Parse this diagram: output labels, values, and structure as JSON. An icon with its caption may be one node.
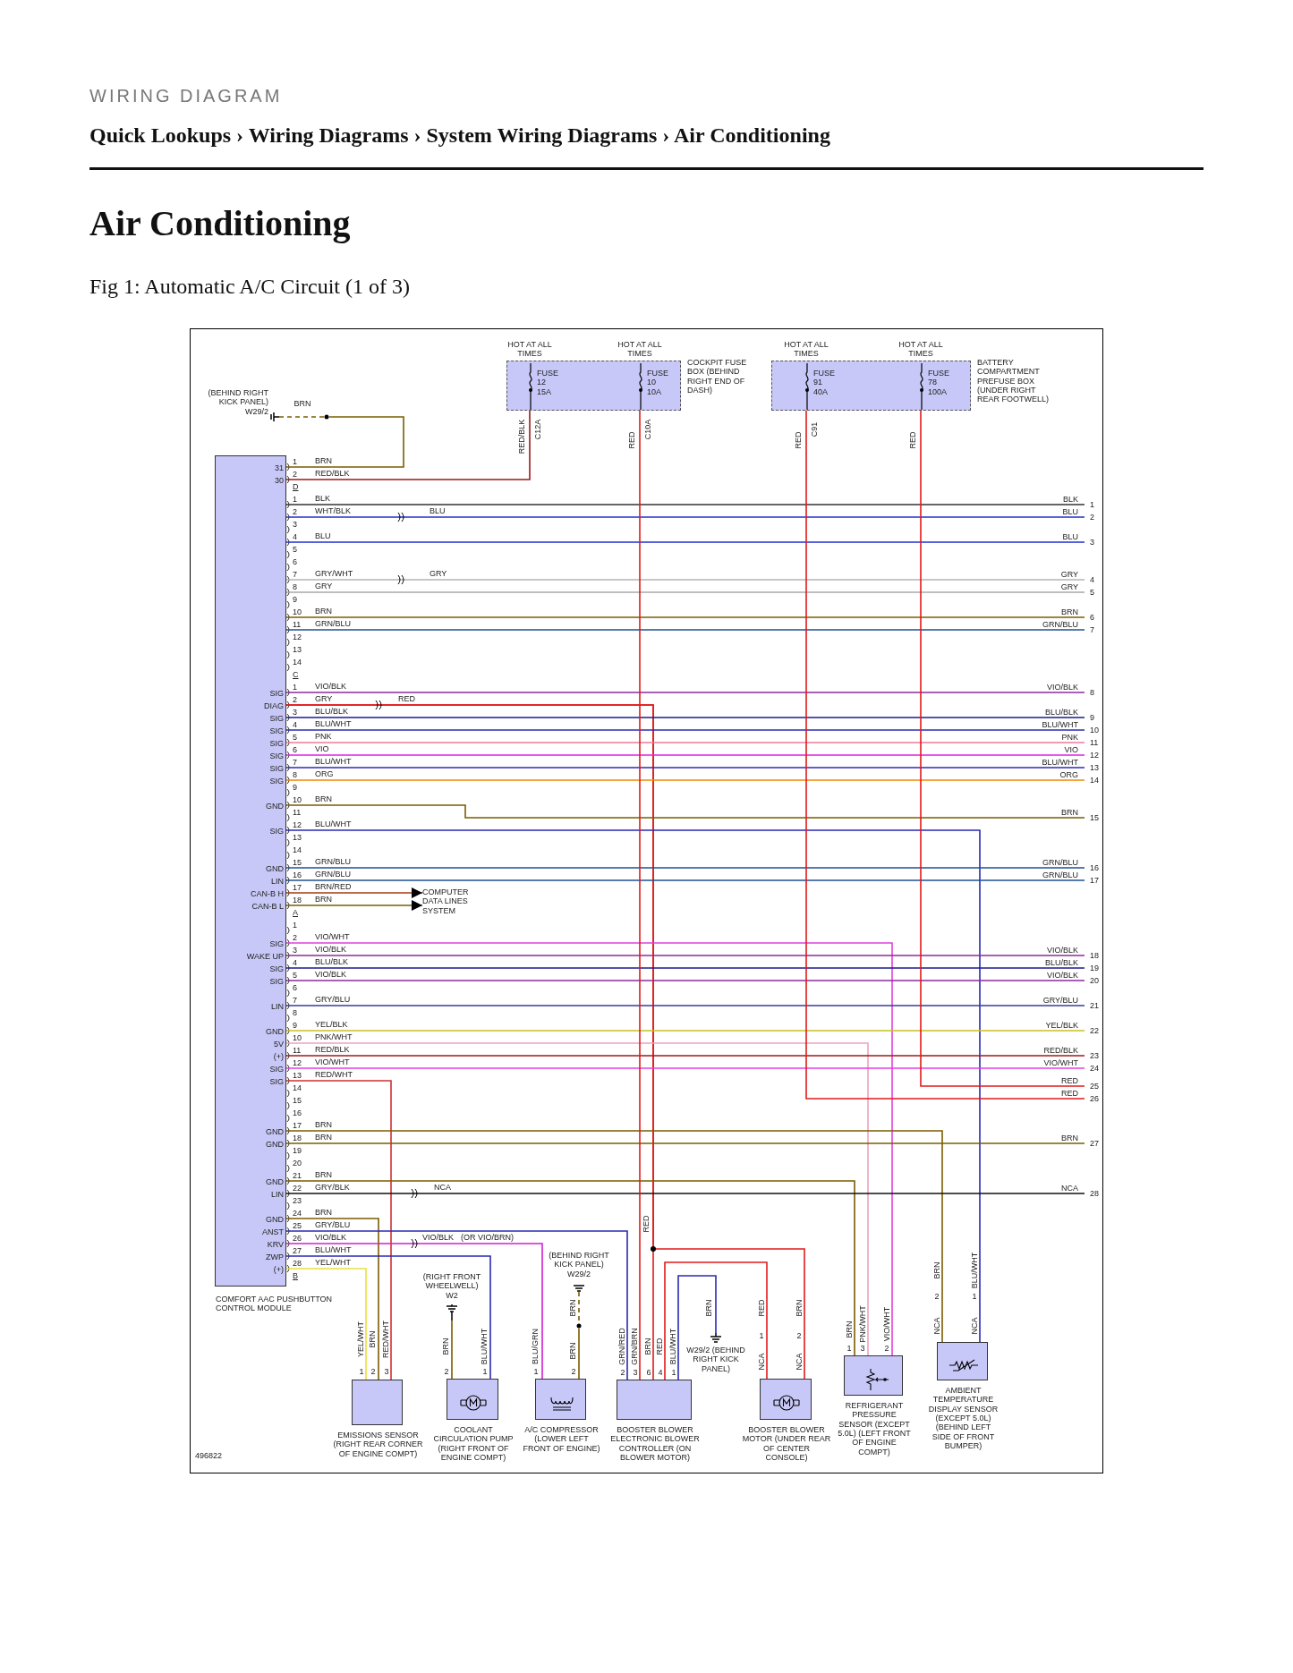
{
  "diagram": {
    "title": "Air Conditioning",
    "caption": "Fig 1: Automatic A/C Circuit (1 of 3)",
    "nodes": [
      {
        "text": [
          "COCKPIT FUSE BOX (BEHIND RIGHT END OF DASH)"
        ]
      },
      {
        "text": [
          "FUSE 12 15A"
        ],
        "in": 0,
        "beside": [
          "HOT AT ALL TIMES",
          "RED/BLK",
          "C12A"
        ]
      },
      {
        "text": [
          "FUSE 10 10A"
        ],
        "in": 0,
        "beside": [
          "HOT AT ALL TIMES",
          "C10A"
        ]
      },
      {
        "text": [
          "BATTERY COMPARTMENT PREFUSE BOX (UNDER RIGHT REAR FOOTWELL)"
        ]
      },
      {
        "text": [
          "FUSE 91 40A"
        ],
        "in": 3,
        "beside": [
          "HOT AT ALL TIMES",
          "C91"
        ]
      },
      {
        "text": [
          "FUSE 78 100A"
        ],
        "in": 3,
        "beside": [
          "HOT AT ALL TIMES"
        ]
      },
      {
        "text": [
          "(BEHIND RIGHT KICK PANEL) W29/2",
          "BRN"
        ]
      },
      {
        "text": [
          "COMFORT AAC PUSHBUTTON CONTROL MODULE",
          "31",
          "30",
          "SIG",
          "DIAG",
          "SIG",
          "SIG",
          "SIG",
          "SIG",
          "SIG",
          "SIG",
          "GND",
          "SIG",
          "GND",
          "LIN",
          "CAN-B H",
          "CAN-B L",
          "SIG",
          "WAKE UP",
          "SIG",
          "SIG",
          "LIN",
          "GND",
          "5V",
          "(+)",
          "SIG",
          "SIG",
          "GND",
          "GND",
          "GND",
          "LIN",
          "GND",
          "ANST",
          "KRV",
          "ZWP",
          "(+)",
          "1",
          "2",
          "D",
          "1",
          "2",
          "3",
          "4",
          "5",
          "6",
          "7",
          "8",
          "9",
          "10",
          "11",
          "12",
          "13",
          "14",
          "C",
          "1",
          "2",
          "3",
          "4",
          "5",
          "6",
          "7",
          "8",
          "9",
          "10",
          "11",
          "12",
          "13",
          "14",
          "15",
          "16",
          "17",
          "18",
          "A",
          "1",
          "2",
          "3",
          "4",
          "5",
          "6",
          "7",
          "8",
          "9",
          "10",
          "11",
          "12",
          "13",
          "14",
          "15",
          "16",
          "17",
          "18",
          "19",
          "20",
          "21",
          "22",
          "23",
          "24",
          "25",
          "26",
          "27",
          "28",
          "B"
        ]
      },
      {
        "text": [
          "COMPUTER DATA LINES SYSTEM"
        ]
      },
      {
        "text": [
          "EMISSIONS SENSOR (RIGHT REAR CORNER OF ENGINE COMPT)"
        ],
        "beside": [
          "YEL/WHT",
          "1",
          "BRN",
          "2",
          "RED/WHT",
          "3"
        ]
      },
      {
        "text": [
          "COOLANT CIRCULATION PUMP (RIGHT FRONT OF ENGINE COMPT)"
        ],
        "beside": [
          "BRN",
          "2",
          "BLU/WHT",
          "1"
        ]
      },
      {
        "text": [
          "(RIGHT FRONT WHEELWELL) W2"
        ]
      },
      {
        "text": [
          "A/C COMPRESSOR (LOWER LEFT FRONT OF ENGINE)"
        ],
        "beside": [
          "BLU/GRN",
          "1",
          "BRN",
          "2"
        ]
      },
      {
        "text": [
          "(BEHIND RIGHT KICK PANEL) W29/2",
          "BRN"
        ]
      },
      {
        "text": [
          "BOOSTER BLOWER ELECTRONIC BLOWER CONTROLLER (ON BLOWER MOTOR)"
        ],
        "beside": [
          "GRN/RED",
          "2",
          "GRN/BRN",
          "3",
          "BRN",
          "6",
          "RED",
          "4",
          "BLU/WHT",
          "1"
        ]
      },
      {
        "text": [
          "W29/2 (BEHIND RIGHT KICK PANEL)"
        ]
      },
      {
        "text": [
          "BOOSTER BLOWER MOTOR (UNDER REAR OF CENTER CONSOLE)"
        ],
        "beside": [
          "RED",
          "1",
          "NCA",
          "BRN",
          "2",
          "NCA"
        ]
      },
      {
        "text": [
          "REFRIGERANT PRESSURE SENSOR (EXCEPT 5.0L) (LEFT FRONT OF ENGINE COMPT)"
        ],
        "beside": [
          "BRN",
          "1",
          "PNK/WHT",
          "3",
          "VIO/WHT",
          "2"
        ]
      },
      {
        "text": [
          "AMBIENT TEMPERATURE DISPLAY SENSOR (EXCEPT 5.0L) (BEHIND LEFT SIDE OF FRONT BUMPER)"
        ],
        "beside": [
          "BRN",
          "2",
          "NCA",
          "BLU/WHT",
          "1",
          "NCA"
        ]
      },
      {
        "text": [
          "BLK",
          "1"
        ]
      },
      {
        "text": [
          "BLU",
          "2"
        ]
      },
      {
        "text": [
          "BLU",
          "3"
        ]
      },
      {
        "text": [
          "GRY",
          "4"
        ]
      },
      {
        "text": [
          "GRY",
          "5"
        ]
      },
      {
        "text": [
          "BRN",
          "6"
        ]
      },
      {
        "text": [
          "GRN/BLU",
          "7"
        ]
      },
      {
        "text": [
          "VIO/BLK",
          "8"
        ]
      },
      {
        "text": [
          "BLU/BLK",
          "9"
        ]
      },
      {
        "text": [
          "BLU/WHT",
          "10"
        ]
      },
      {
        "text": [
          "PNK",
          "11"
        ]
      },
      {
        "text": [
          "VIO",
          "12"
        ]
      },
      {
        "text": [
          "BLU/WHT",
          "13"
        ]
      },
      {
        "text": [
          "ORG",
          "14"
        ]
      },
      {
        "text": [
          "BRN",
          "15"
        ]
      },
      {
        "text": [
          "GRN/BLU",
          "16"
        ]
      },
      {
        "text": [
          "GRN/BLU",
          "17"
        ]
      },
      {
        "text": [
          "VIO/BLK",
          "18"
        ]
      },
      {
        "text": [
          "BLU/BLK",
          "19"
        ]
      },
      {
        "text": [
          "VIO/BLK",
          "20"
        ]
      },
      {
        "text": [
          "GRY/BLU",
          "21"
        ]
      },
      {
        "text": [
          "YEL/BLK",
          "22"
        ]
      },
      {
        "text": [
          "RED/BLK",
          "23"
        ]
      },
      {
        "text": [
          "VIO/WHT",
          "24"
        ]
      },
      {
        "text": [
          "RED",
          "25"
        ]
      },
      {
        "text": [
          "RED",
          "26"
        ]
      },
      {
        "text": [
          "BRN",
          "27"
        ]
      },
      {
        "text": [
          "NCA",
          "28"
        ]
      }
    ],
    "edges": [
      {
        "from": 7,
        "to": 6,
        "label": "BRN",
        "arrow": "none",
        "color": "#7a5c00"
      },
      {
        "from": 7,
        "to": 1,
        "label": "RED/BLK",
        "arrow": "none",
        "color": "#a01818"
      },
      {
        "from": 7,
        "to": 19,
        "label": "BLK",
        "arrow": "none",
        "color": "#333333"
      },
      {
        "from": 7,
        "to": 20,
        "label": "WHT/BLK",
        "arrow": "none",
        "color": "#1f2fd0"
      },
      {
        "from": 7,
        "to": 21,
        "label": "BLU",
        "arrow": "none",
        "color": "#1f2fd0"
      },
      {
        "from": 7,
        "to": 22,
        "label": "GRY/WHT",
        "arrow": "none",
        "color": "#b4b4b4"
      },
      {
        "from": 7,
        "to": 23,
        "label": "GRY",
        "arrow": "none",
        "color": "#a8a8a8"
      },
      {
        "from": 7,
        "to": 24,
        "label": "BRN",
        "arrow": "none",
        "color": "#7a5c00"
      },
      {
        "from": 7,
        "to": 25,
        "label": "GRN/BLU",
        "arrow": "none",
        "color": "#1f4f8f"
      },
      {
        "from": 7,
        "to": 26,
        "label": "VIO/BLK",
        "arrow": "none",
        "color": "#8e2a9e"
      },
      {
        "from": 7,
        "to": 14,
        "label": "GRY",
        "arrow": "none",
        "color": "#e01b1b"
      },
      {
        "from": 7,
        "to": 16,
        "arrow": "none",
        "color": "#e01b1b"
      },
      {
        "from": 7,
        "to": 27,
        "label": "BLU/BLK",
        "arrow": "none",
        "color": "#1a1a8c"
      },
      {
        "from": 7,
        "to": 28,
        "label": "BLU/WHT",
        "arrow": "none",
        "color": "#2a2ab4"
      },
      {
        "from": 7,
        "to": 29,
        "label": "PNK",
        "arrow": "none",
        "color": "#f0789a"
      },
      {
        "from": 7,
        "to": 30,
        "label": "VIO",
        "arrow": "none",
        "color": "#e020e0"
      },
      {
        "from": 7,
        "to": 31,
        "label": "BLU/WHT",
        "arrow": "none",
        "color": "#2a2ab4"
      },
      {
        "from": 7,
        "to": 32,
        "label": "ORG",
        "arrow": "none",
        "color": "#f08a00"
      },
      {
        "from": 7,
        "to": 33,
        "label": "BRN",
        "arrow": "none",
        "color": "#7a5c00"
      },
      {
        "from": 7,
        "to": 18,
        "label": "BLU/WHT",
        "arrow": "none",
        "color": "#2a2ab4"
      },
      {
        "from": 7,
        "to": 34,
        "label": "GRN/BLU",
        "arrow": "none",
        "color": "#1f4f8f"
      },
      {
        "from": 7,
        "to": 35,
        "label": "GRN/BLU",
        "arrow": "none",
        "color": "#1f4f8f"
      },
      {
        "from": 7,
        "to": 8,
        "label": "BRN/RED",
        "arrow": "to",
        "color": "#a83a10"
      },
      {
        "from": 7,
        "to": 8,
        "label": "BRN",
        "arrow": "to",
        "color": "#7a5c00"
      },
      {
        "from": 7,
        "to": 17,
        "label": "VIO/WHT",
        "arrow": "none",
        "color": "#e040e0"
      },
      {
        "from": 7,
        "to": 36,
        "label": "VIO/BLK",
        "arrow": "none",
        "color": "#8e2a9e"
      },
      {
        "from": 7,
        "to": 37,
        "label": "BLU/BLK",
        "arrow": "none",
        "color": "#1a1a8c"
      },
      {
        "from": 7,
        "to": 38,
        "label": "VIO/BLK",
        "arrow": "none",
        "color": "#8e2a9e"
      },
      {
        "from": 7,
        "to": 39,
        "label": "GRY/BLU",
        "arrow": "none",
        "color": "#3a3a9a"
      },
      {
        "from": 7,
        "to": 40,
        "label": "YEL/BLK",
        "arrow": "none",
        "color": "#c8c020"
      },
      {
        "from": 7,
        "to": 17,
        "label": "PNK/WHT",
        "arrow": "none",
        "color": "#f0a0c0"
      },
      {
        "from": 7,
        "to": 41,
        "label": "RED/BLK",
        "arrow": "none",
        "color": "#a01818"
      },
      {
        "from": 7,
        "to": 42,
        "label": "VIO/WHT",
        "arrow": "none",
        "color": "#e040e0"
      },
      {
        "from": 7,
        "to": 9,
        "label": "RED/WHT",
        "arrow": "none",
        "color": "#d03030"
      },
      {
        "from": 7,
        "to": 18,
        "label": "BRN",
        "arrow": "none",
        "color": "#7a5c00"
      },
      {
        "from": 7,
        "to": 45,
        "label": "BRN",
        "arrow": "none",
        "color": "#7a5c00"
      },
      {
        "from": 7,
        "to": 17,
        "label": "BRN",
        "arrow": "none",
        "color": "#7a5c00"
      },
      {
        "from": 7,
        "to": 46,
        "label": "GRY/BLK",
        "arrow": "none",
        "color": "#111111"
      },
      {
        "from": 7,
        "to": 9,
        "label": "BRN",
        "arrow": "none",
        "color": "#7a5c00"
      },
      {
        "from": 7,
        "to": 14,
        "label": "GRY/BLU",
        "arrow": "none",
        "color": "#2a2ab4"
      },
      {
        "from": 7,
        "to": 12,
        "label": "VIO/BLK",
        "arrow": "none",
        "color": "#d020d0"
      },
      {
        "from": 7,
        "to": 10,
        "label": "BLU/WHT",
        "arrow": "none",
        "color": "#2a2ab4"
      },
      {
        "from": 7,
        "to": 9,
        "label": "YEL/WHT",
        "arrow": "none",
        "color": "#e8e040"
      },
      {
        "from": 2,
        "to": 14,
        "label": "RED",
        "arrow": "none",
        "color": "#e01b1b"
      },
      {
        "from": 4,
        "to": 44,
        "label": "RED",
        "arrow": "none",
        "color": "#e01b1b"
      },
      {
        "from": 5,
        "to": 43,
        "label": "RED",
        "arrow": "none",
        "color": "#e01b1b"
      },
      {
        "from": 14,
        "to": 16,
        "arrow": "none",
        "color": "#e01b1b"
      },
      {
        "from": 14,
        "to": 15,
        "label": "BRN",
        "arrow": "none",
        "color": "#2a2ab4"
      },
      {
        "from": 10,
        "to": 11,
        "arrow": "none",
        "color": "#7a5c00"
      },
      {
        "from": 12,
        "to": 13,
        "arrow": "none",
        "color": "#7a5c00"
      }
    ],
    "labels": [
      "WIRING DIAGRAM",
      "Quick Lookups › Wiring Diagrams › System Wiring Diagrams › Air Conditioning",
      "BLU",
      "GRY",
      "RED",
      "NCA",
      "VIO/BLK",
      "(OR VIO/BRN)",
      "RED",
      "496822"
    ]
  }
}
